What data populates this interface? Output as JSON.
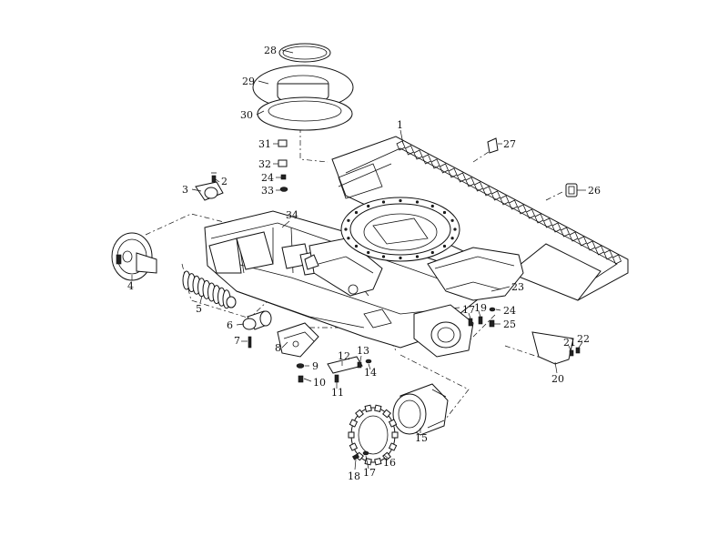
{
  "diagram": {
    "labels": [
      "1",
      "2",
      "3",
      "4",
      "5",
      "6",
      "7",
      "8",
      "9",
      "10",
      "11",
      "12",
      "13",
      "14",
      "15",
      "16",
      "17",
      "18",
      "17",
      "19",
      "20",
      "21",
      "22",
      "23",
      "24",
      "25",
      "24",
      "26",
      "27",
      "28",
      "29",
      "30",
      "31",
      "32",
      "33",
      "34"
    ]
  }
}
